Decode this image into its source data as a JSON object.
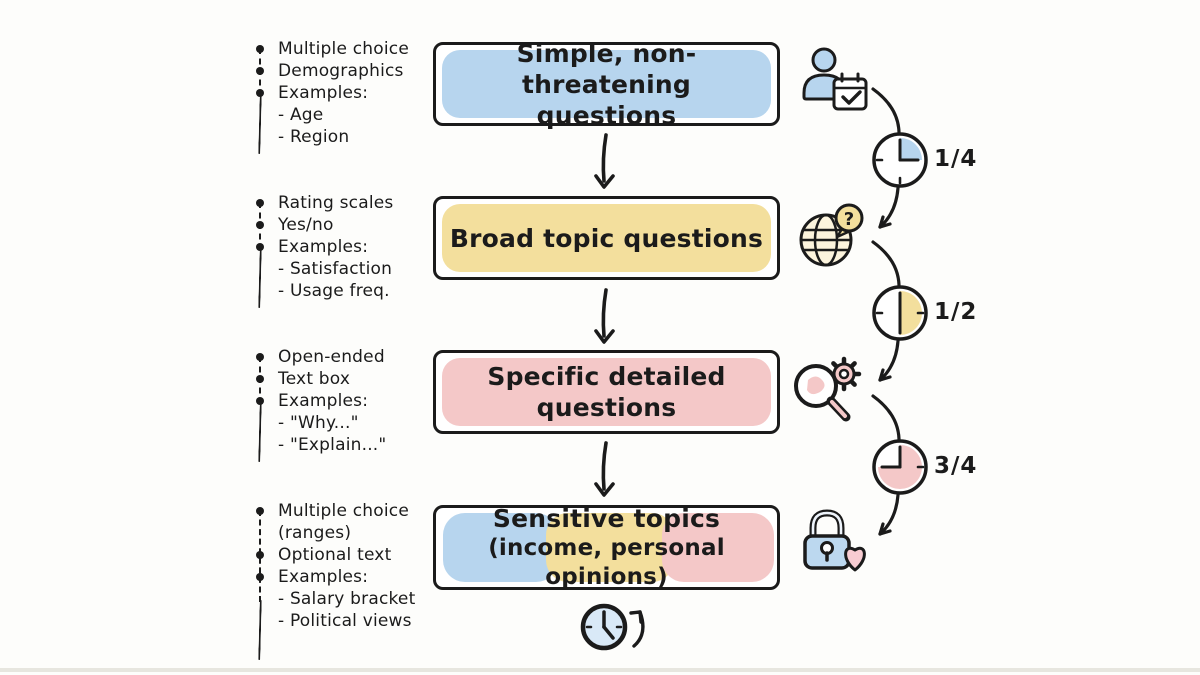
{
  "colors": {
    "blue": "#b7d5ee",
    "yellow": "#f3df9d",
    "pink": "#f4c8c8",
    "ink": "#1b1b1b",
    "clock_face": "#d9e9f7"
  },
  "stages": [
    {
      "label_lines": [
        "Simple, non-threatening",
        "questions"
      ],
      "color": "#b7d5ee",
      "notes": [
        "Multiple choice",
        "Demographics",
        "Examples:",
        "- Age",
        "- Region"
      ],
      "icon": "person-calendar-icon",
      "progress": "1/4"
    },
    {
      "label_lines": [
        "Broad topic questions"
      ],
      "color": "#f3df9d",
      "notes": [
        "Rating scales",
        "Yes/no",
        "Examples:",
        "- Satisfaction",
        "- Usage freq."
      ],
      "icon": "globe-question-icon",
      "progress": "1/2"
    },
    {
      "label_lines": [
        "Specific detailed",
        "questions"
      ],
      "color": "#f4c8c8",
      "notes": [
        "Open-ended",
        "Text box",
        "Examples:",
        "- \"Why...\"",
        "- \"Explain...\""
      ],
      "icon": "magnifier-gear-icon",
      "progress": "3/4"
    },
    {
      "label_lines": [
        "Sensitive topics",
        "(income, personal opinions)"
      ],
      "colors": [
        "#b7d5ee",
        "#f3df9d",
        "#f4c8c8"
      ],
      "notes": [
        "Multiple choice",
        "(ranges)",
        "Optional text",
        "Examples:",
        "- Salary bracket",
        "- Political views"
      ],
      "icon": "lock-heart-icon"
    }
  ],
  "icons": {
    "globe_question": "?"
  }
}
